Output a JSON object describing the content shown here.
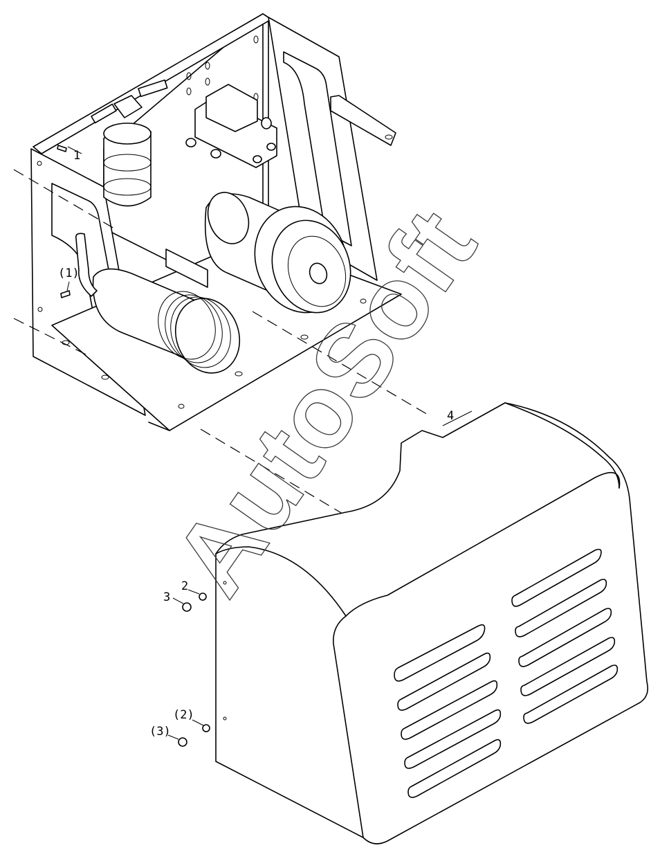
{
  "watermark": "AutoSoft",
  "callouts": {
    "c1": "1",
    "c1_ref": "(1)",
    "c2": "2",
    "c2_ref": "(2)",
    "c3": "3",
    "c3_ref": "(3)",
    "c4": "4"
  }
}
